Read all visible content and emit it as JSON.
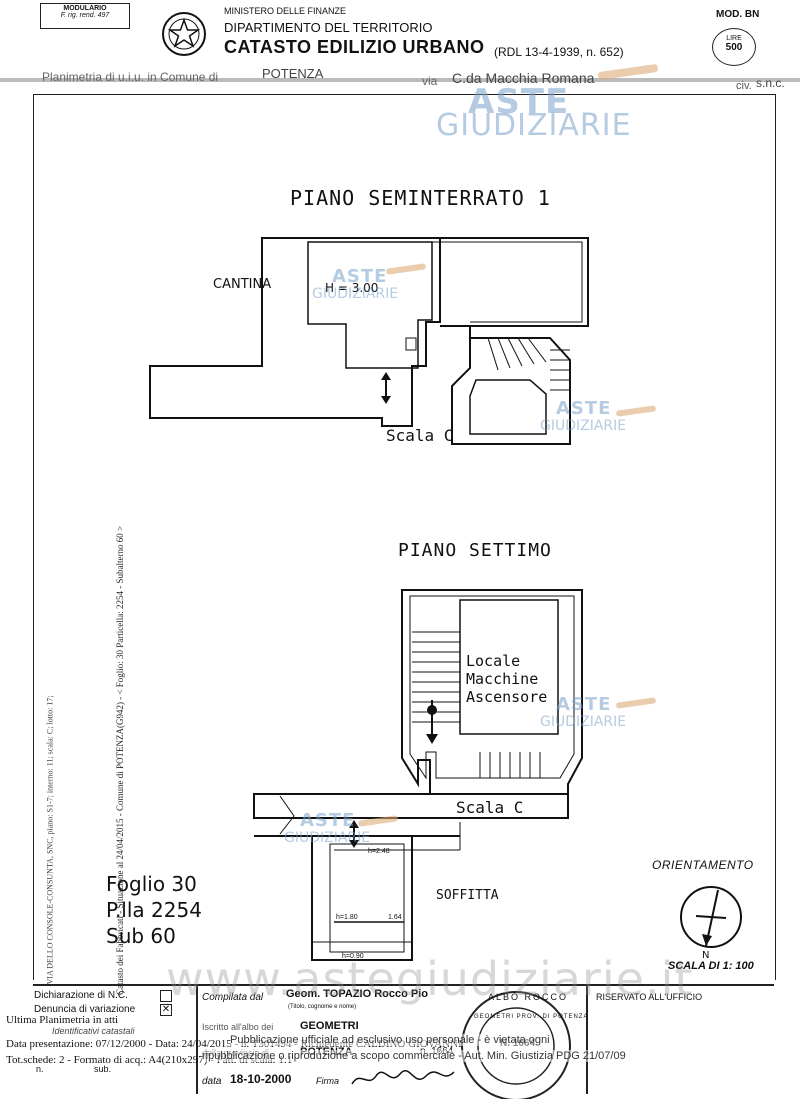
{
  "header": {
    "modulario_title": "MODULARIO",
    "modulario_sub": "F. rig. rend. 497",
    "ministry": "MINISTERO DELLE FINANZE",
    "department": "DIPARTIMENTO DEL TERRITORIO",
    "catasto": "CATASTO EDILIZIO URBANO",
    "rdl": "(RDL 13-4-1939, n. 652)",
    "mod": "MOD. BN",
    "lire_label": "LIRE",
    "lire_value": "500",
    "planimetria_label": "Planimetria di u.i.u. in Comune di",
    "comune": "POTENZA",
    "via_label": "via",
    "via_value": "C.da Macchia Romana",
    "civ_label": "civ.",
    "civ_value": "s.n.c."
  },
  "plans": {
    "seminterrato_title": "PIANO SEMINTERRATO 1",
    "cantina": "CANTINA",
    "height_cantina": "H = 3.00",
    "scala_c_1": "Scala C",
    "settimo_title": "PIANO SETTIMO",
    "locale_line1": "Locale",
    "locale_line2": "Macchine",
    "locale_line3": "Ascensore",
    "scala_c_2": "Scala C",
    "h_248": "h=2.48",
    "soffitta": "SOFFITTA",
    "h_180": "h=1.80",
    "h_164": "1.64",
    "h_090": "h=0.90"
  },
  "identifiers": {
    "foglio": "Foglio 30",
    "plla": "P.lla 2254",
    "sub": "Sub 60"
  },
  "orientation": {
    "title": "ORIENTAMENTO",
    "north": "N",
    "scale": "SCALA DI 1: 100"
  },
  "side_text": "Catasto dei Fabbricati - Situazione al 24/04/2015 - Comune di POTENZA(G942) - < Foglio: 30 Particella: 2254 - Subalterno 60 >",
  "side_text2": "VIA DELLO CONSOLE-CONSUNTA, SNC, piano: S1-7; interno: 11; scala: C; lotto: 17;",
  "footer": {
    "dichiarazione": "Dichiarazione di N.C.",
    "denuncia": "Denuncia di variazione",
    "identificativi": "Identificativi catastali",
    "n_label": "n.",
    "sub_label": "sub.",
    "compilata_dal": "Compilata dal",
    "geom": "Geom. TOPAZIO Rocco Pio",
    "titolo": "(Titolo, cognome e nome)",
    "iscritto": "Iscritto all'albo dei",
    "geometri": "GEOMETRI",
    "della_prov": "della provincia di",
    "potenza": "POTENZA",
    "n_albo": "n. 1664",
    "data_label": "data",
    "data_value": "18-10-2000",
    "firma_label": "Firma",
    "riservato": "RISERVATO ALL'UFFICIO",
    "ultima": "Ultima Planimetria in atti",
    "data_presentazione": "Data presentazione: 07/12/2000 - Data: 24/04/2015 - n. T301494 - Richiedente CALDINO GIOVANNI",
    "tot_schede": "Tot.schede: 2 - Formato di acq.: A4(210x297) - Fatt. di scala: 1:1",
    "pubblicazione1": "Pubblicazione ufficiale ad esclusivo uso personale - è vietata ogni",
    "pubblicazione2": "ripubblicazione o riproduzione a scopo commerciale - Aut. Min. Giustizia PDG 21/07/09"
  },
  "stamp": {
    "top": "ALBO ROCCO",
    "ring": "GEOMETRI PROV. DI POTENZA",
    "center": "N. 1664"
  },
  "watermark": {
    "top": "ASTE",
    "bottom": "GIUDIZIARIE",
    "url": "www.astegiudiziarie.it"
  }
}
